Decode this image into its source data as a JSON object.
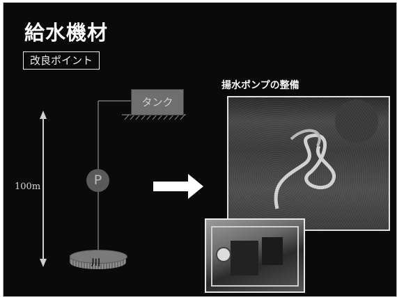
{
  "slide": {
    "title": "給水機材",
    "subtitle": "改良ポイント",
    "photo_caption": "揚水ポンプの整備",
    "diagram": {
      "tank_label": "タンク",
      "pump_label": "P",
      "river_label": "川",
      "height_label": "100m"
    }
  }
}
